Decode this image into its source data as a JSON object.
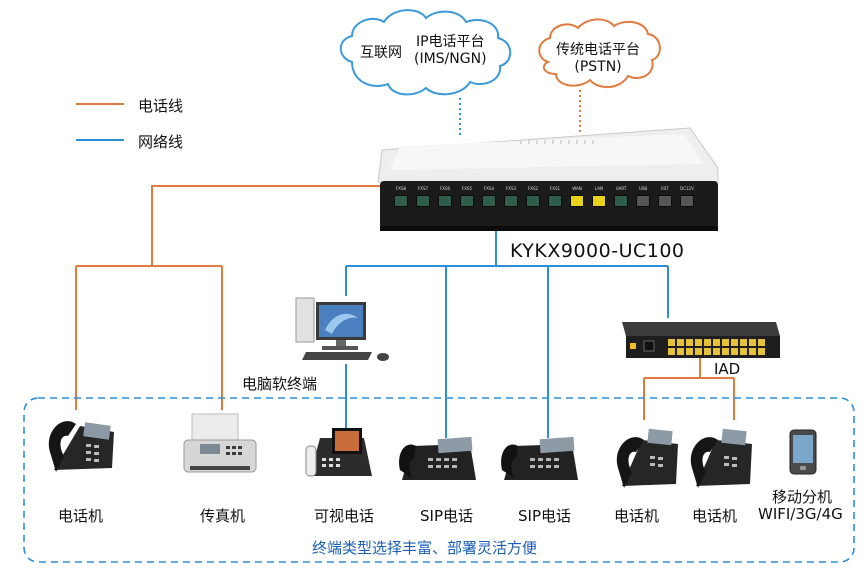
{
  "clouds": {
    "internet": {
      "label": "互联网"
    },
    "ip_platform": {
      "line1": "IP电话平台",
      "line2": "(IMS/NGN)"
    },
    "pstn": {
      "line1": "传统电话平台",
      "line2": "(PSTN)"
    }
  },
  "legend": {
    "phone_line": {
      "label": "电话线",
      "color": "#e07b3f"
    },
    "network_line": {
      "label": "网络线",
      "color": "#2e8fd6"
    }
  },
  "gateway": {
    "model": "KYKX9000-UC100",
    "ports": [
      "FXS8",
      "FXS7",
      "FXS6",
      "FXS5",
      "FXS4",
      "FXS3",
      "FXS2",
      "FXS1",
      "WAN",
      "LAN",
      "UART",
      "USB",
      "RST",
      "DC12V"
    ]
  },
  "iad": {
    "label": "IAD"
  },
  "pc": {
    "label": "电脑软终端"
  },
  "terminals": [
    {
      "label": "电话机"
    },
    {
      "label": "传真机"
    },
    {
      "label": "可视电话"
    },
    {
      "label": "SIP电话"
    },
    {
      "label": "SIP电话"
    },
    {
      "label": "电话机"
    },
    {
      "label": "电话机"
    },
    {
      "label": "移动分机",
      "sub": "WIFI/3G/4G"
    }
  ],
  "caption": "终端类型选择丰富、部署灵活方便"
}
